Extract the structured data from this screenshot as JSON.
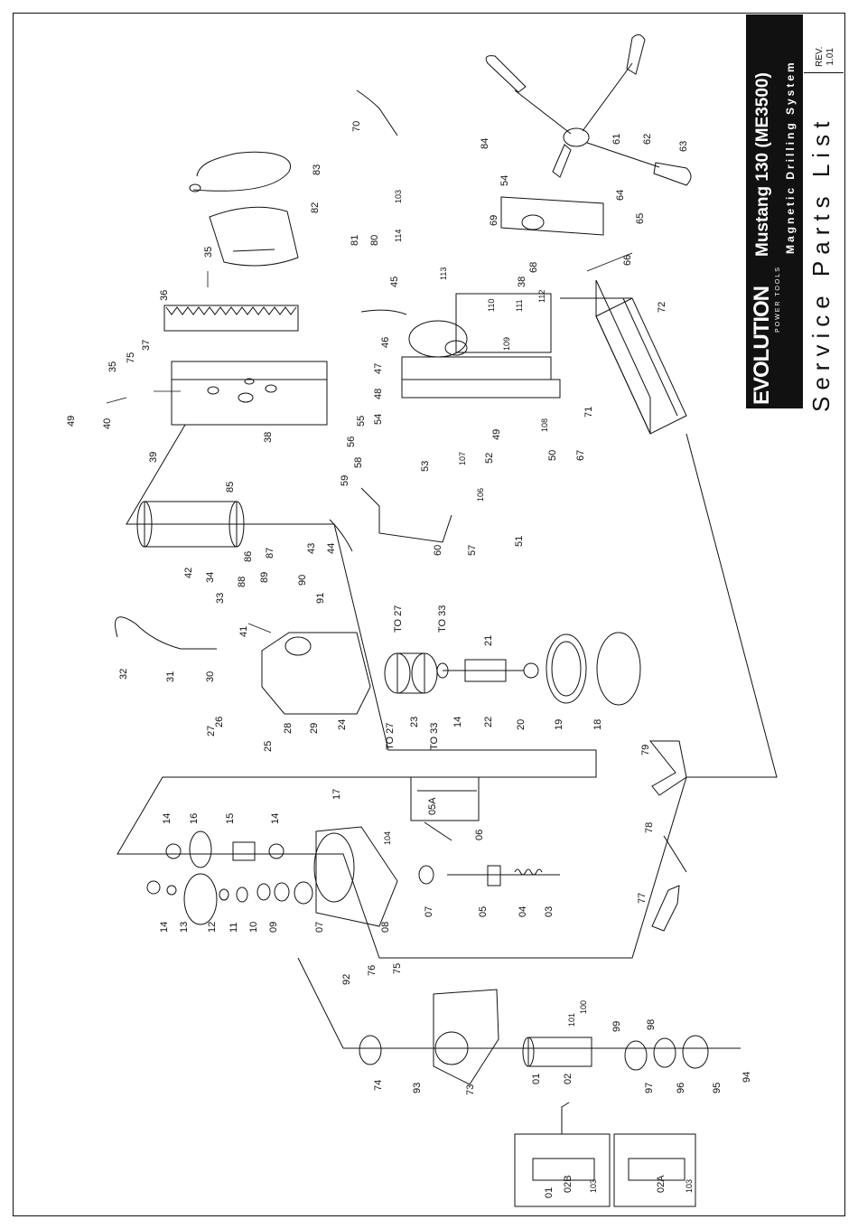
{
  "title_block": {
    "brand": "EVOLUTION",
    "brand_sub": "POWER TOOLS",
    "product": "Mustang 130 (ME3500)",
    "subtitle": "Magnetic Drilling System",
    "doc_title": "Service Parts List",
    "revision_label": "REV.",
    "revision": "1.01"
  },
  "labels": {
    "to27a": "TO 27",
    "to33a": "TO 33",
    "to27b": "TO 27",
    "to33b": "TO 33",
    "p01": "01",
    "p01b": "01",
    "p02": "02",
    "p02a": "02A",
    "p02b": "02B",
    "p03": "03",
    "p04": "04",
    "p05": "05",
    "p05a": "05A",
    "p06": "06",
    "p07": "07",
    "p07b": "07",
    "p08": "08",
    "p09": "09",
    "p10": "10",
    "p11": "11",
    "p12": "12",
    "p13": "13",
    "p14a": "14",
    "p14b": "14",
    "p14c": "14",
    "p14d": "14",
    "p15": "15",
    "p16": "16",
    "p17": "17",
    "p18": "18",
    "p19": "19",
    "p20": "20",
    "p21": "21",
    "p22": "22",
    "p23": "23",
    "p24": "24",
    "p25": "25",
    "p26": "26",
    "p27": "27",
    "p28": "28",
    "p29": "29",
    "p30": "30",
    "p31": "31",
    "p32": "32",
    "p33": "33",
    "p34": "34",
    "p35a": "35",
    "p35b": "35",
    "p36": "36",
    "p37": "37",
    "p38a": "38",
    "p38b": "38",
    "p39": "39",
    "p40": "40",
    "p41": "41",
    "p42": "42",
    "p43": "43",
    "p44": "44",
    "p45": "45",
    "p46": "46",
    "p47": "47",
    "p48": "48",
    "p49a": "49",
    "p49b": "49",
    "p50": "50",
    "p51": "51",
    "p52": "52",
    "p53": "53",
    "p54a": "54",
    "p54b": "54",
    "p55": "55",
    "p56": "56",
    "p57": "57",
    "p58": "58",
    "p59": "59",
    "p60": "60",
    "p61": "61",
    "p62": "62",
    "p63": "63",
    "p64": "64",
    "p65": "65",
    "p66": "66",
    "p67": "67",
    "p68": "68",
    "p69": "69",
    "p70": "70",
    "p71": "71",
    "p72": "72",
    "p73": "73",
    "p74": "74",
    "p75a": "75",
    "p75b": "75",
    "p76": "76",
    "p77": "77",
    "p78": "78",
    "p79": "79",
    "p80": "80",
    "p81": "81",
    "p82": "82",
    "p83": "83",
    "p84": "84",
    "p85": "85",
    "p86": "86",
    "p87": "87",
    "p88": "88",
    "p89": "89",
    "p90": "90",
    "p91": "91",
    "p92": "92",
    "p93": "93",
    "p94": "94",
    "p95": "95",
    "p96": "96",
    "p97": "97",
    "p98": "98",
    "p99": "99",
    "p100": "100",
    "p101": "101",
    "p103a": "103",
    "p103b": "103",
    "p103c": "103",
    "p104": "104",
    "p106": "106",
    "p107": "107",
    "p108": "108",
    "p109": "109",
    "p110": "110",
    "p111": "111",
    "p112": "112",
    "p113": "113",
    "p114": "114"
  },
  "colors": {
    "ink": "#111111",
    "title_bg": "#111111",
    "paper": "#ffffff"
  }
}
